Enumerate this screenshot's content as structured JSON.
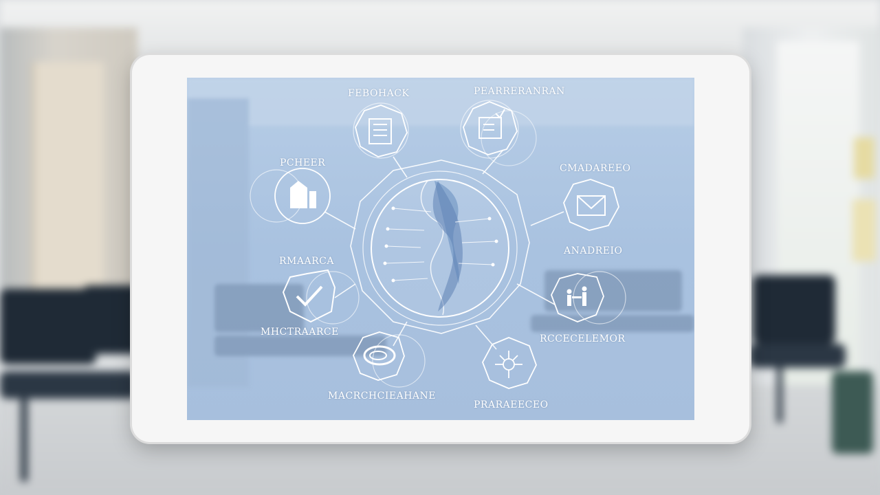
{
  "labels": {
    "feedback": "FEBOHACK",
    "top_right": "PEARRERANRAN",
    "left_top": "PCHEER",
    "right_top": "CMADAREEO",
    "right_mid": "ANADREIO",
    "left_mid": "RMAARCA",
    "left_bottom": "MHCTRAARCE",
    "right_bottom": "RCCECELEMOR",
    "bottom_left": "MACRCHCIEAHANE",
    "bottom_right": "PRARAEECEO"
  },
  "icons": [
    "document-icon",
    "clipboard-icon",
    "building-icon",
    "envelope-icon",
    "checkmark-icon",
    "people-icon",
    "chat-bubble-icon",
    "network-icon",
    "globe-icon"
  ],
  "colors": {
    "screen_tint": "#a9c2e0",
    "line": "#ffffff",
    "tablet_frame": "#f6f6f6"
  }
}
